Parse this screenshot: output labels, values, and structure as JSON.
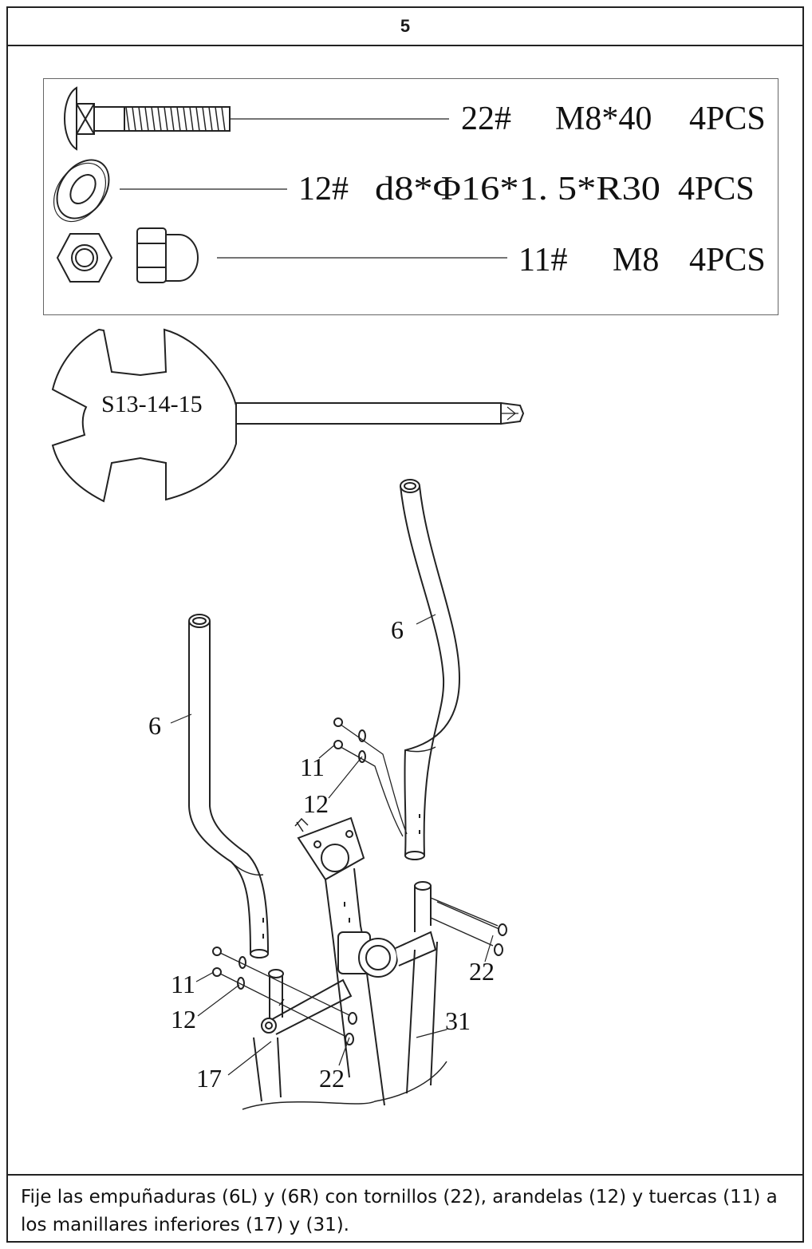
{
  "step": {
    "number": "5"
  },
  "parts": [
    {
      "id": "22#",
      "spec": "M8*40",
      "qty": "4PCS"
    },
    {
      "id": "12#",
      "spec": "d8*Φ16*1. 5*R30",
      "qty": "4PCS"
    },
    {
      "id": "11#",
      "spec": "M8",
      "qty": "4PCS"
    }
  ],
  "tool": {
    "label": "S13-14-15"
  },
  "callouts": {
    "handlebar_right": "6",
    "handlebar_left": "6",
    "nut_top": "11",
    "washer_top": "12",
    "nut_bottom": "11",
    "washer_bottom": "12",
    "lower_handlebar_left": "17",
    "bolt_left": "22",
    "bolt_right": "22",
    "lower_handlebar_right": "31"
  },
  "caption": "Fije las empuñaduras (6L) y (6R) con tornillos (22), arandelas (12) y tuercas (11) a los manillares inferiores (17) y (31)."
}
